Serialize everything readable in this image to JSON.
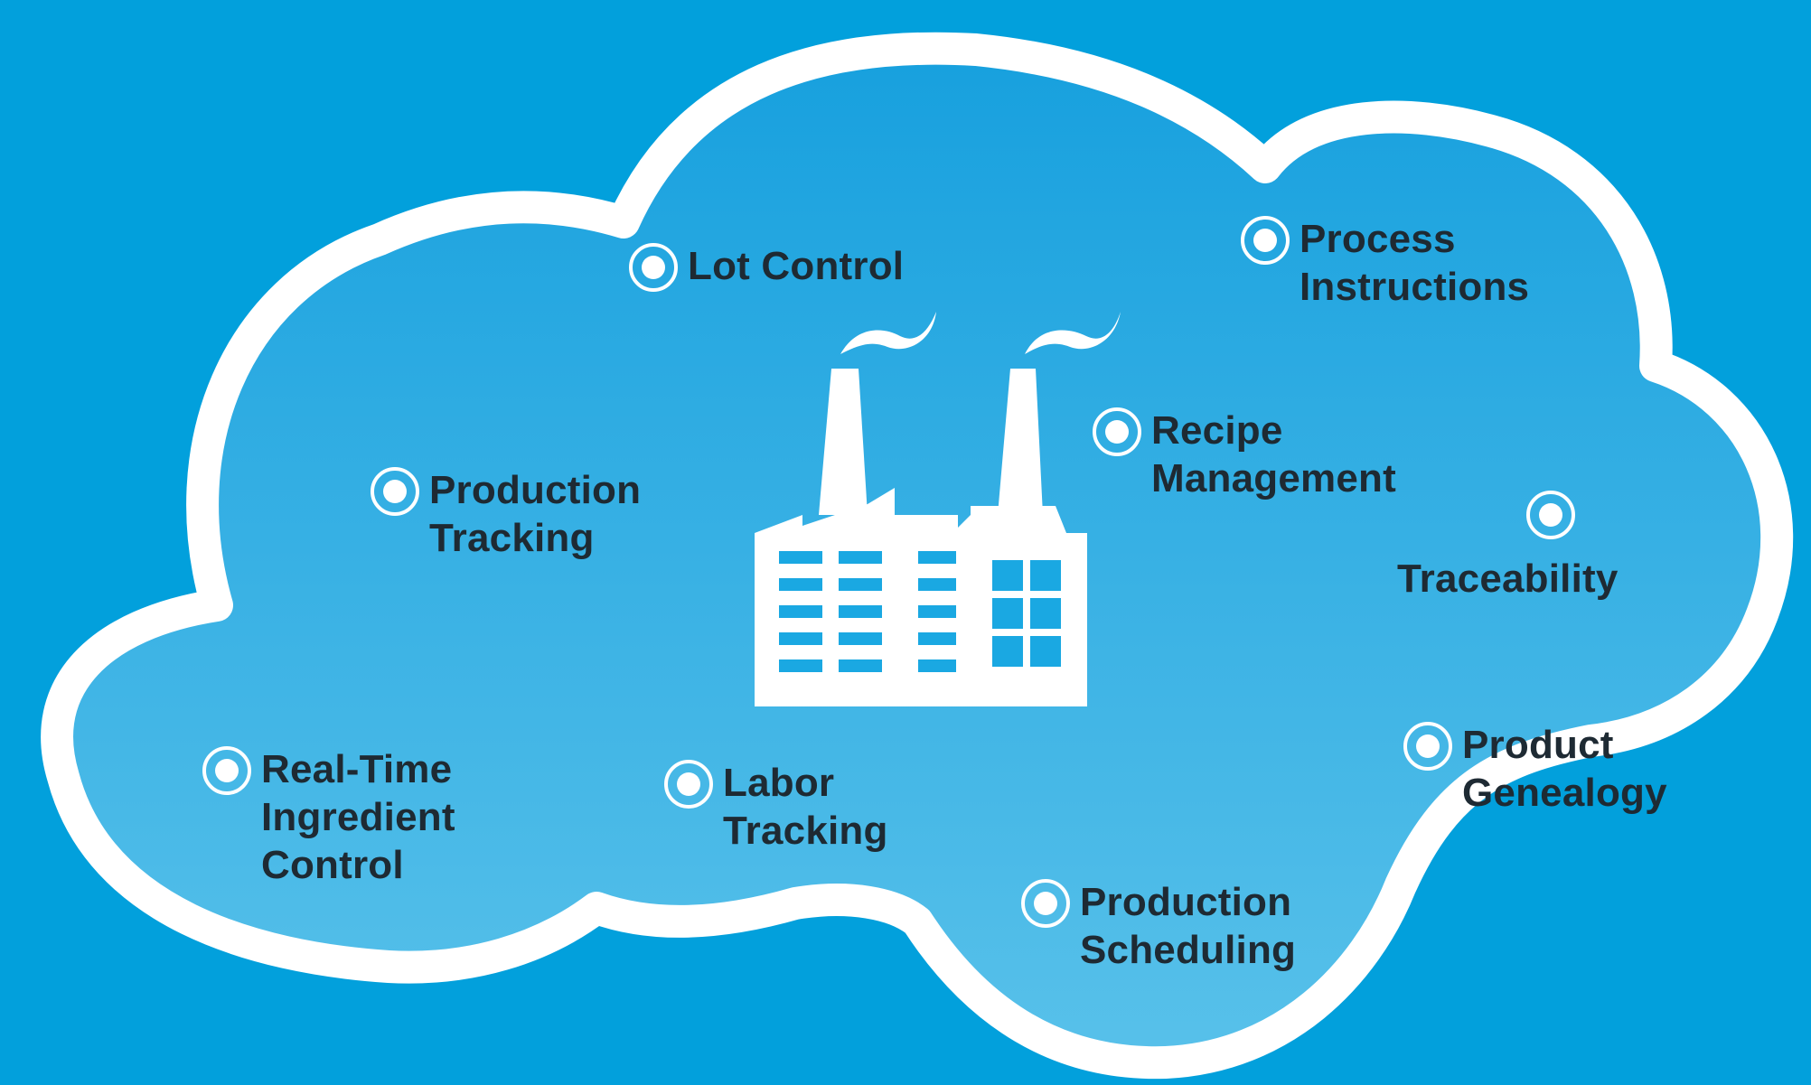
{
  "colors": {
    "background": "#02a0dc",
    "cloud_fill_top": "#1aa3df",
    "cloud_fill_bottom": "#4fbde9",
    "cloud_outline": "#ffffff",
    "label_text": "#1e2a33",
    "icon": "#ffffff"
  },
  "icons": {
    "center_icon": "factory-icon",
    "feature_icon": "radio-bullet-icon"
  },
  "features": [
    {
      "id": "lot-control",
      "label": "Lot Control"
    },
    {
      "id": "process-instructions",
      "label": "Process\nInstructions"
    },
    {
      "id": "recipe-management",
      "label": "Recipe\nManagement"
    },
    {
      "id": "production-tracking",
      "label": "Production\nTracking"
    },
    {
      "id": "traceability",
      "label": "Traceability"
    },
    {
      "id": "real-time-ingredient-control",
      "label": "Real-Time\nIngredient\nControl"
    },
    {
      "id": "labor-tracking",
      "label": "Labor\nTracking"
    },
    {
      "id": "product-genealogy",
      "label": "Product\nGenealogy"
    },
    {
      "id": "production-scheduling",
      "label": "Production\nScheduling"
    }
  ]
}
